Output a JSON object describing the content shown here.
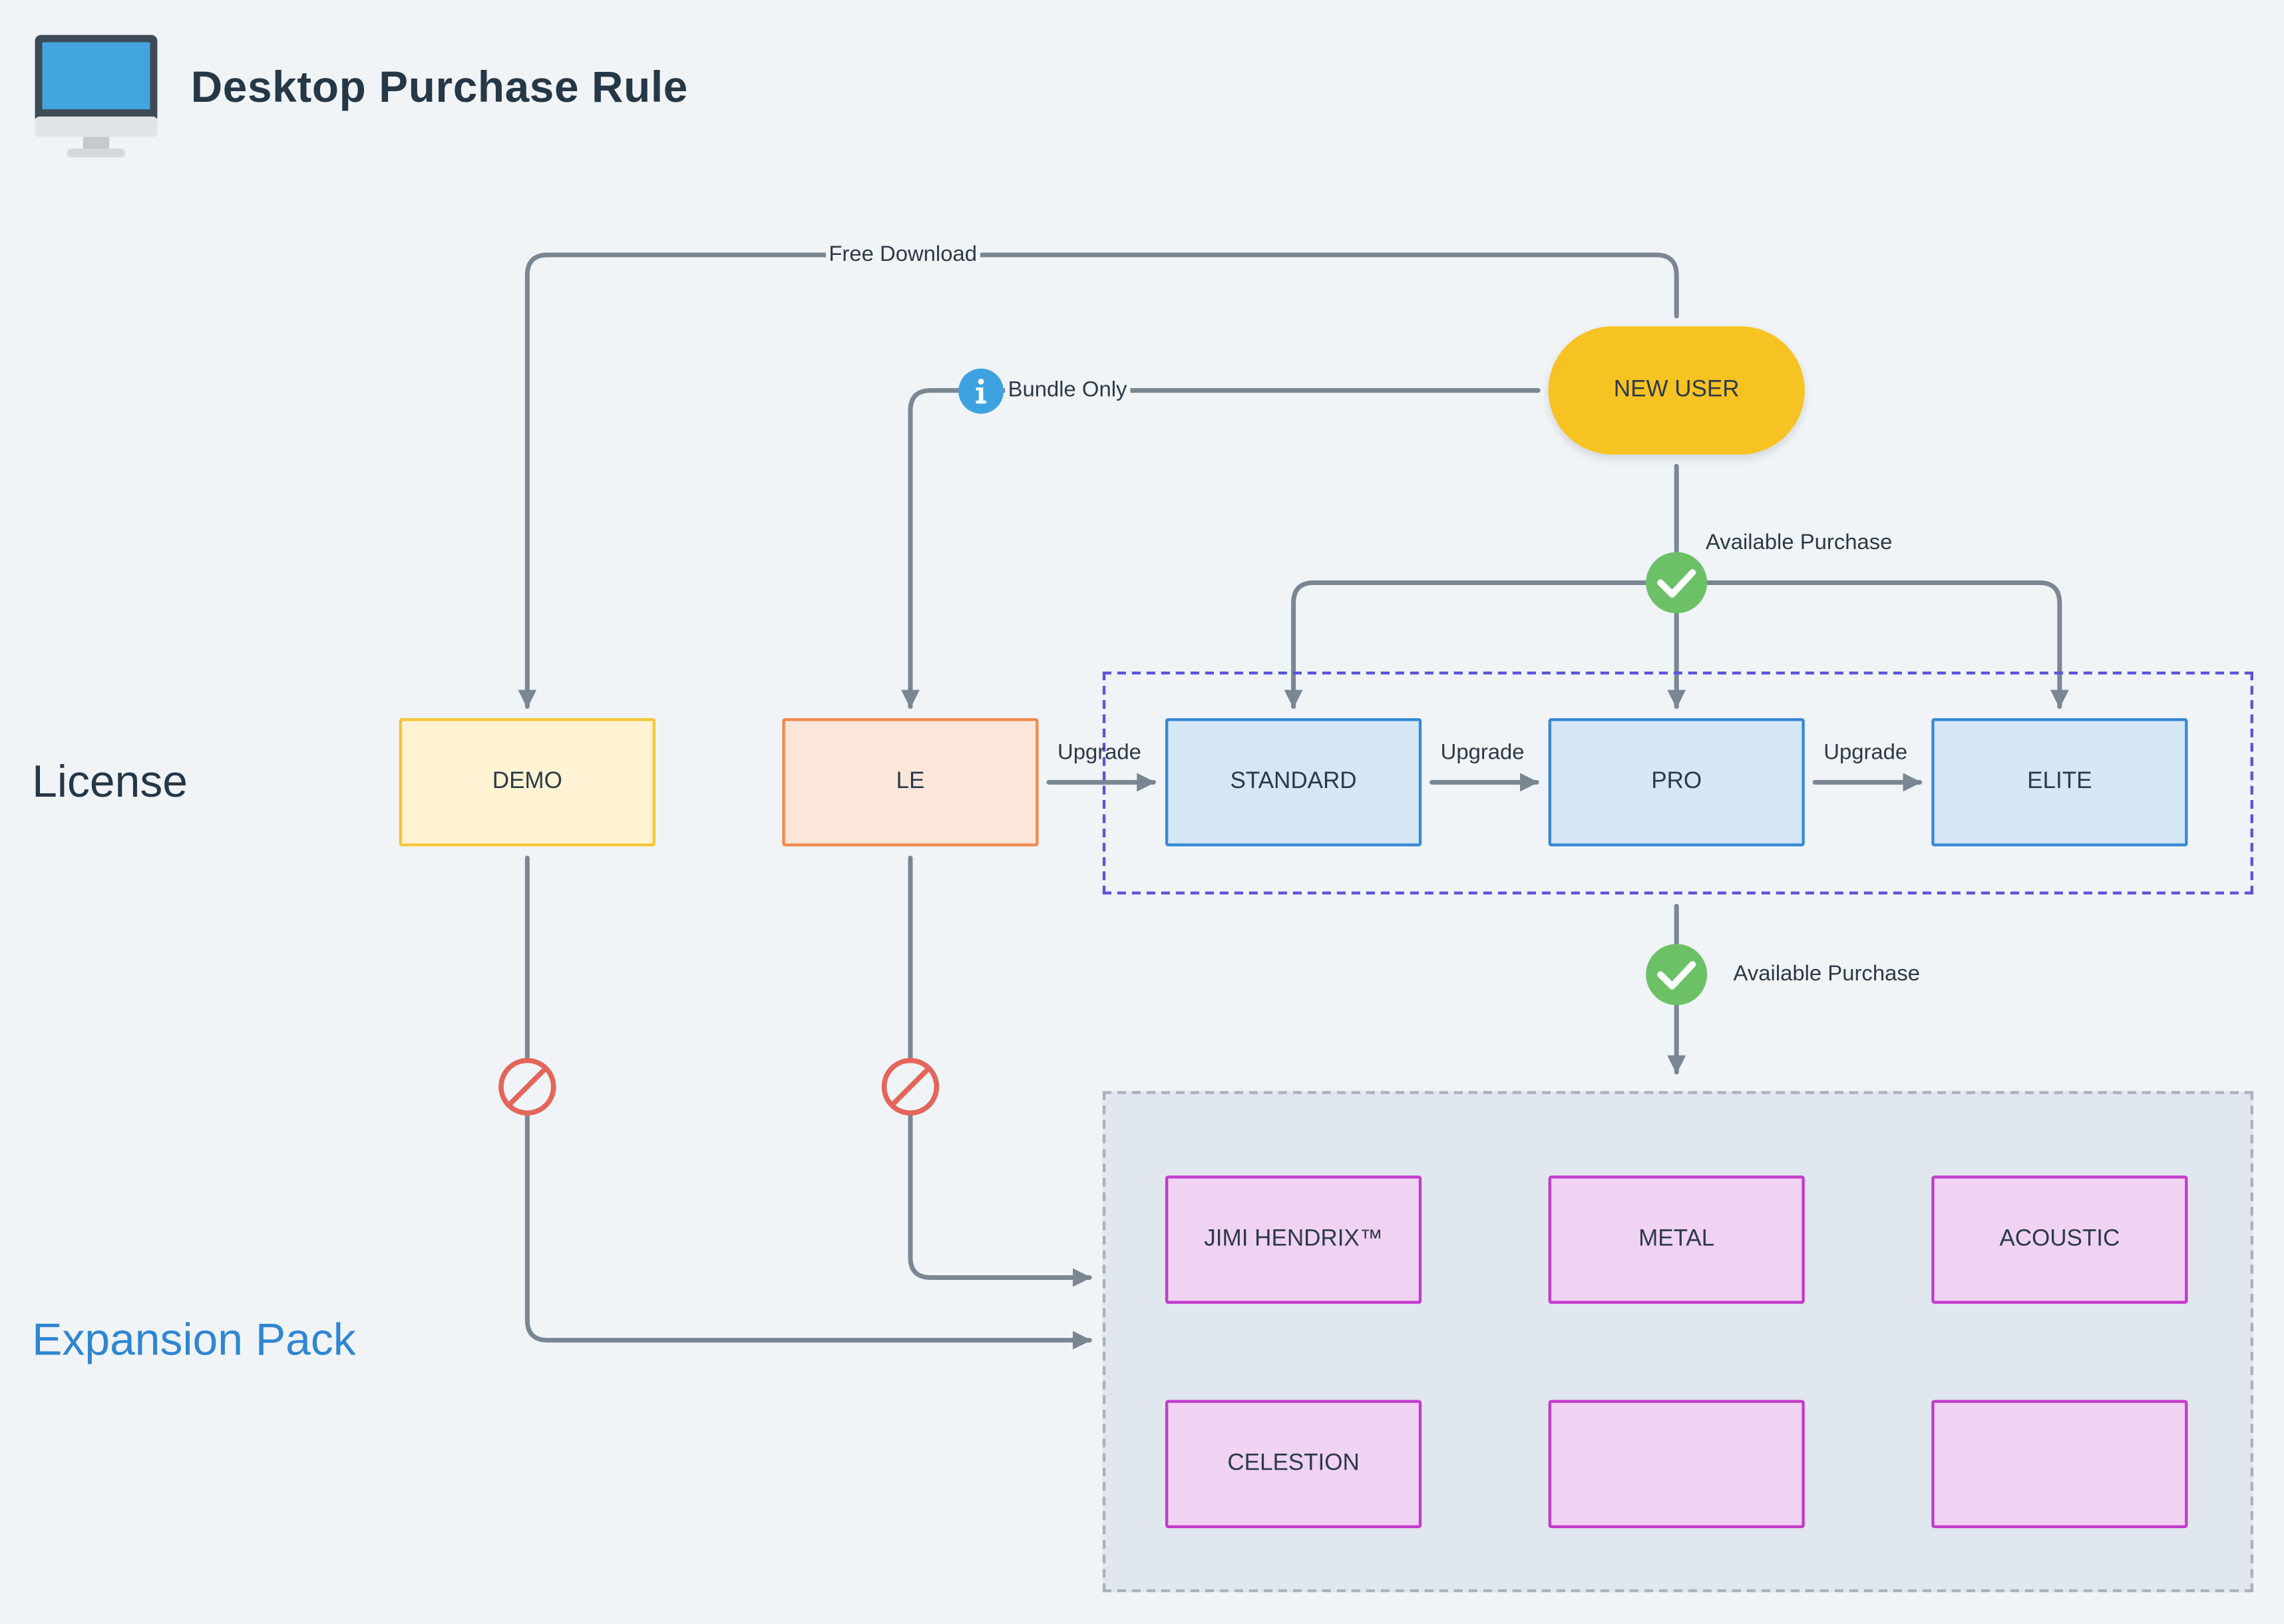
{
  "title": "Desktop Purchase Rule",
  "sections": {
    "license": "License",
    "expansion": "Expansion Pack"
  },
  "start_node": "NEW USER",
  "licenses": {
    "demo": "DEMO",
    "le": "LE",
    "standard": "STANDARD",
    "pro": "PRO",
    "elite": "ELITE"
  },
  "packs": [
    "JIMI HENDRIX™",
    "METAL",
    "ACOUSTIC",
    "CELESTION",
    "",
    ""
  ],
  "edge_labels": {
    "free_download": "Free Download",
    "bundle_only": "Bundle Only",
    "available_purchase_top": "Available Purchase",
    "available_purchase_bottom": "Available Purchase",
    "upgrade_1": "Upgrade",
    "upgrade_2": "Upgrade",
    "upgrade_3": "Upgrade"
  },
  "icons": {
    "desktop": "monitor-icon",
    "check": "check-circle-icon",
    "info": "info-icon",
    "blocked": "prohibited-icon"
  },
  "colors": {
    "new_user": "#f6c323",
    "demo": "#fff3d4",
    "le": "#fce5d9",
    "paid_license": "#d5e6f5",
    "pack": "#f0d3f2",
    "check": "#6cc167",
    "blocked": "#e4655a",
    "info": "#3fa2e0",
    "connector": "#7a8793"
  }
}
